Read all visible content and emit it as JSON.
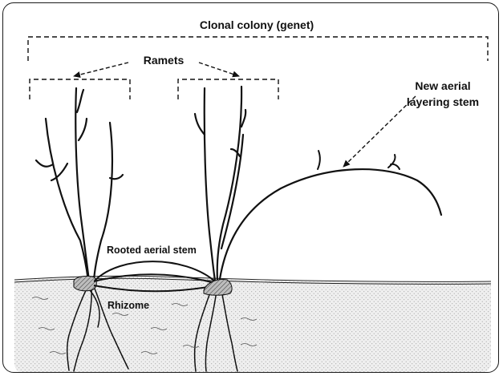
{
  "labels": {
    "clonal_colony": "Clonal colony (genet)",
    "ramets": "Ramets",
    "new_aerial_line1": "New aerial",
    "new_aerial_line2": "layering stem",
    "rooted_aerial_stem": "Rooted aerial stem",
    "rhizome": "Rhizome"
  },
  "colors": {
    "ink": "#111111",
    "soil_fill": "#eeeeee",
    "soil_dots": "#9a9a9a",
    "rhizome_knot": "#8a8a8a"
  }
}
